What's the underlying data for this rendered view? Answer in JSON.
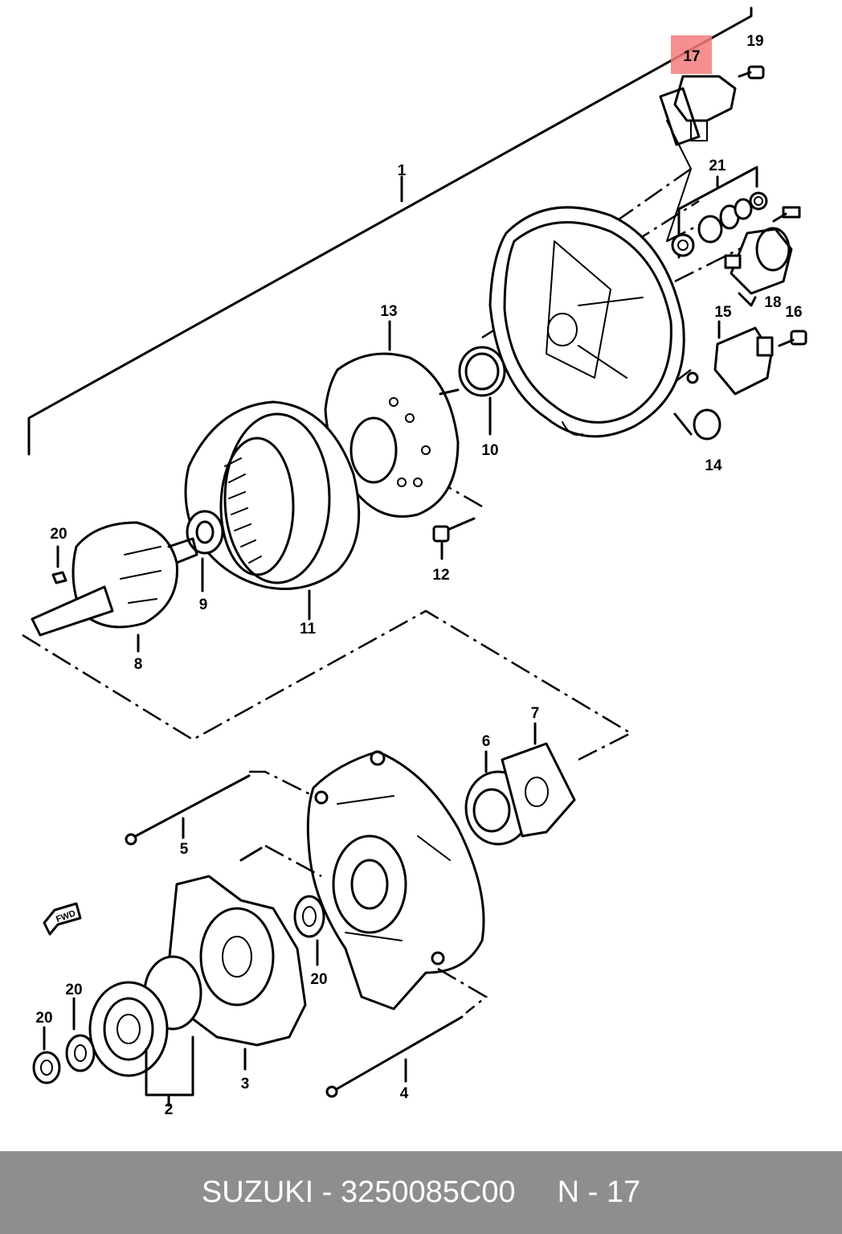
{
  "diagram": {
    "callouts": {
      "c1": "1",
      "c2": "2",
      "c3": "3",
      "c4": "4",
      "c5": "5",
      "c6": "6",
      "c7": "7",
      "c8": "8",
      "c9": "9",
      "c10": "10",
      "c11": "11",
      "c12": "12",
      "c13": "13",
      "c14": "14",
      "c15": "15",
      "c16": "16",
      "c17": "17",
      "c18": "18",
      "c19": "19",
      "c20a": "20",
      "c20b": "20",
      "c20c": "20",
      "c20d": "20",
      "c21": "21"
    },
    "fwd_marker": "FWD",
    "highlight_color": "#f47c7c"
  },
  "footer": {
    "brand": "SUZUKI",
    "dash": "-",
    "part_number": "3250085C00",
    "ref_prefix": "N",
    "ref_dash": "-",
    "ref_number": "17"
  }
}
